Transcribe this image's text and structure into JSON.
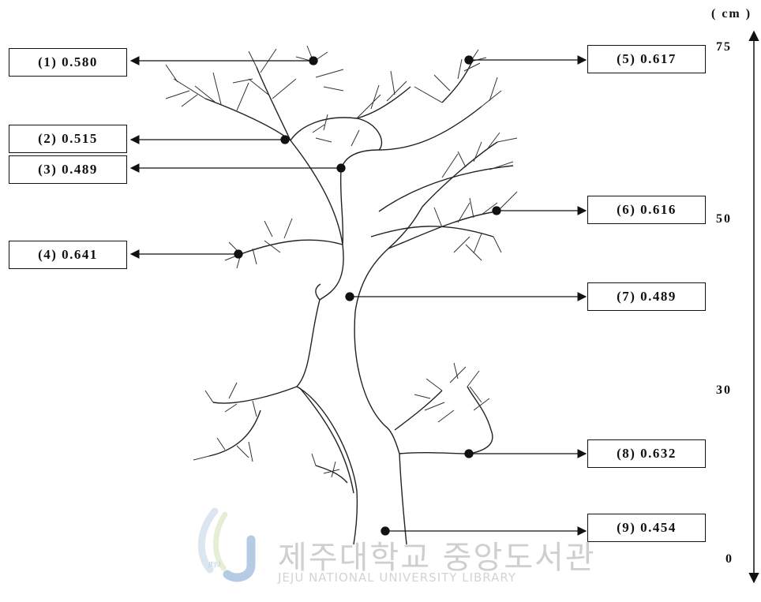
{
  "measurements": [
    {
      "label": "(1) 0.580"
    },
    {
      "label": "(2) 0.515"
    },
    {
      "label": "(3) 0.489"
    },
    {
      "label": "(4) 0.641"
    },
    {
      "label": "(5) 0.617"
    },
    {
      "label": "(6) 0.616"
    },
    {
      "label": "(7) 0.489"
    },
    {
      "label": "(8) 0.632"
    },
    {
      "label": "(9) 0.454"
    }
  ],
  "height_scale": {
    "unit": "( cm )",
    "ticks": [
      "75",
      "50",
      "30",
      "0"
    ]
  },
  "watermark": {
    "title": "제주대학교 중앙도서관",
    "subtitle": "JEJU NATIONAL UNIVERSITY LIBRARY",
    "logo_text": "JEJU"
  }
}
